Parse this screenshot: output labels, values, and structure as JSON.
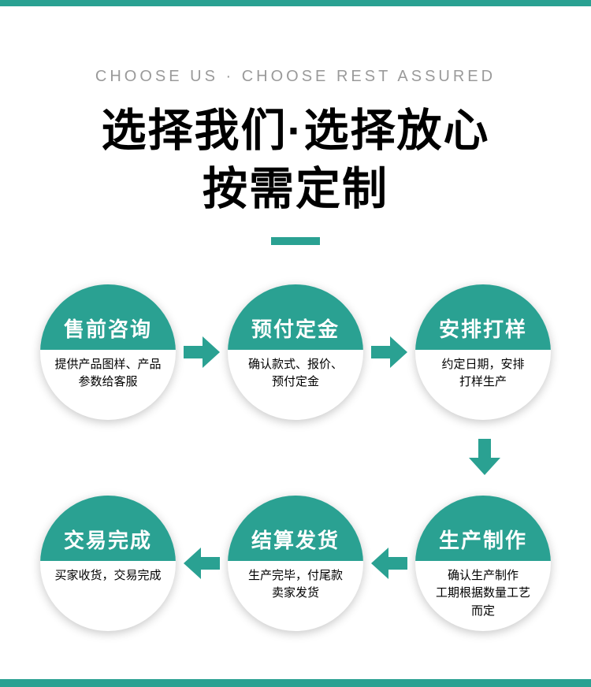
{
  "theme": {
    "accent": "#2aa192",
    "title_color": "#000000",
    "eyebrow_color": "#9a9a9a"
  },
  "header": {
    "eyebrow": "CHOOSE US · CHOOSE REST ASSURED",
    "title_line1": "选择我们·选择放心",
    "title_line2": "按需定制"
  },
  "steps": [
    {
      "title": "售前咨询",
      "desc": "提供产品图样、产品\n参数给客服"
    },
    {
      "title": "预付定金",
      "desc": "确认款式、报价、\n预付定金"
    },
    {
      "title": "安排打样",
      "desc": "约定日期，安排\n打样生产"
    },
    {
      "title": "生产制作",
      "desc": "确认生产制作\n工期根据数量工艺\n而定"
    },
    {
      "title": "结算发货",
      "desc": "生产完毕，付尾款\n卖家发货"
    },
    {
      "title": "交易完成",
      "desc": "买家收货，交易完成"
    }
  ]
}
